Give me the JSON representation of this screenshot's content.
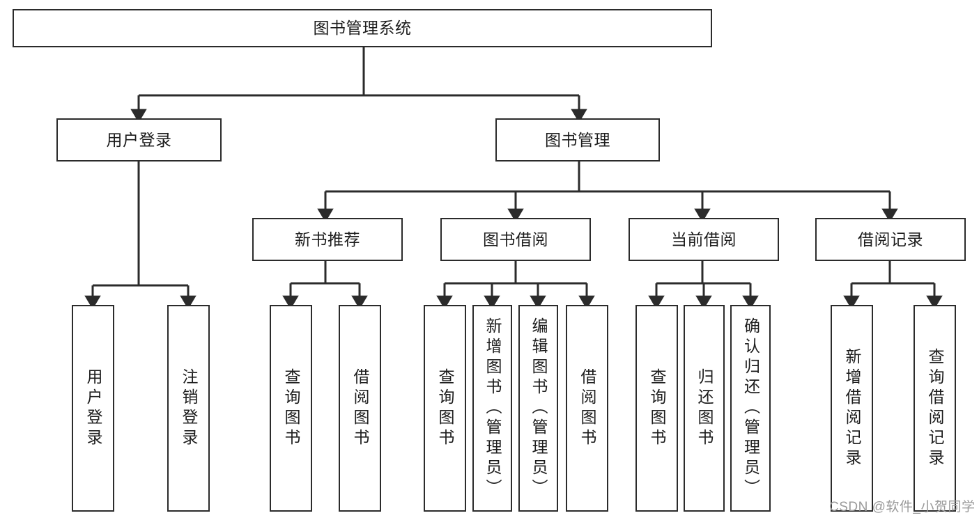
{
  "diagram": {
    "type": "tree",
    "title": "图书管理系统",
    "orientation": "top-down",
    "style": {
      "box_fill": "#ffffff",
      "box_stroke": "#2b2b2b",
      "connector_stroke": "#2b2b2b",
      "text_color": "#1d1d1d",
      "background": "#ffffff"
    }
  },
  "root": {
    "label": "图书管理系统"
  },
  "level2": [
    {
      "label": "用户登录"
    },
    {
      "label": "图书管理"
    }
  ],
  "level3": [
    {
      "label": "新书推荐"
    },
    {
      "label": "图书借阅"
    },
    {
      "label": "当前借阅"
    },
    {
      "label": "借阅记录"
    }
  ],
  "leaves": {
    "user_login": [
      {
        "label": "用户登录"
      },
      {
        "label": "注销登录"
      }
    ],
    "new_book_recommend": [
      {
        "label": "查询图书"
      },
      {
        "label": "借阅图书"
      }
    ],
    "book_borrow": [
      {
        "label": "查询图书"
      },
      {
        "label": "新增图书（管理员）"
      },
      {
        "label": "编辑图书（管理员）"
      },
      {
        "label": "借阅图书"
      }
    ],
    "current_borrow": [
      {
        "label": "查询图书"
      },
      {
        "label": "归还图书"
      },
      {
        "label": "确认归还（管理员）"
      }
    ],
    "borrow_record": [
      {
        "label": "新增借阅记录"
      },
      {
        "label": "查询借阅记录"
      }
    ]
  },
  "watermark": {
    "text": "CSDN @软件_小贺同学"
  }
}
